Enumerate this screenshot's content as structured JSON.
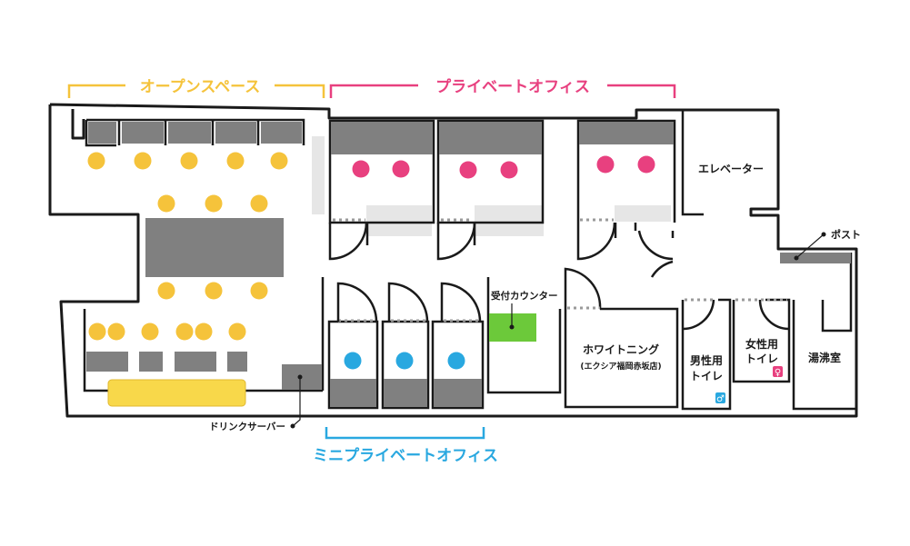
{
  "sections": {
    "open_space": "オープンスペース",
    "private_office": "プライベートオフィス",
    "mini_private_office": "ミニプライベートオフィス"
  },
  "rooms": {
    "elevator": "エレベーター",
    "whitening": "ホワイトニング",
    "whitening_sub": "(エクシア福岡赤坂店)",
    "mens_toilet_1": "男性用",
    "mens_toilet_2": "トイレ",
    "womens_toilet_1": "女性用",
    "womens_toilet_2": "トイレ",
    "kitchenette": "湯沸室"
  },
  "callouts": {
    "post": "ポスト",
    "reception": "受付カウンター",
    "drink_server": "ドリンクサーバー"
  },
  "colors": {
    "open_space": "#f5c33b",
    "private_office": "#e8407f",
    "mini_private_office": "#29a8e0",
    "furniture": "#808080",
    "reception": "#6cc93a",
    "bench": "#f8d84a",
    "light_shade": "#e6e6e6"
  },
  "icons": {
    "male": "male-toilet-icon",
    "female": "female-toilet-icon"
  }
}
